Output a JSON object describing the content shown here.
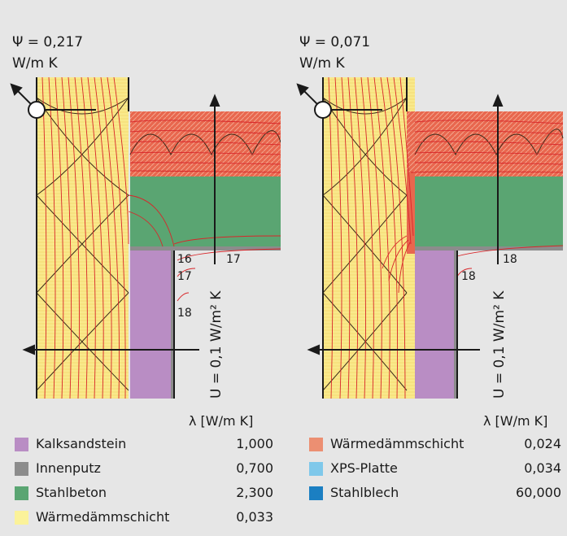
{
  "left_panel": {
    "psi_value": "Ψ = 0,217",
    "psi_unit": "W/m K",
    "isotherm_labels": [
      "16",
      "17",
      "17",
      "18"
    ],
    "u_label": "U = 0,1 W/m² K"
  },
  "right_panel": {
    "psi_value": "Ψ = 0,071",
    "psi_unit": "W/m K",
    "isotherm_labels": [
      "18",
      "18"
    ],
    "u_label": "U = 0,1 W/m² K"
  },
  "legend_left": {
    "header": "λ [W/m K]",
    "items": [
      {
        "label": "Kalksandstein",
        "value": "1,000",
        "color": "#b98dc4"
      },
      {
        "label": "Innenputz",
        "value": "0,700",
        "color": "#8c8c8c"
      },
      {
        "label": "Stahlbeton",
        "value": "2,300",
        "color": "#5aa572"
      },
      {
        "label": "Wärmedämmschicht",
        "value": "0,033",
        "color": "#fbf29a"
      }
    ]
  },
  "legend_right": {
    "header": "λ [W/m K]",
    "items": [
      {
        "label": "Wärmedämmschicht",
        "value": "0,024",
        "color": "#ec8f72"
      },
      {
        "label": "XPS-Platte",
        "value": "0,034",
        "color": "#7fc8ea"
      },
      {
        "label": "Stahlblech",
        "value": "60,000",
        "color": "#1b7fc2"
      }
    ]
  },
  "colors": {
    "background": "#e6e6e6",
    "yellow_insulation": "#f9e98b",
    "red_insulation": "#e8674e",
    "concrete": "#5aa572",
    "sand_lime_brick": "#b98dc4",
    "plaster": "#8c8c8c",
    "isotherm": "#d8262a"
  }
}
